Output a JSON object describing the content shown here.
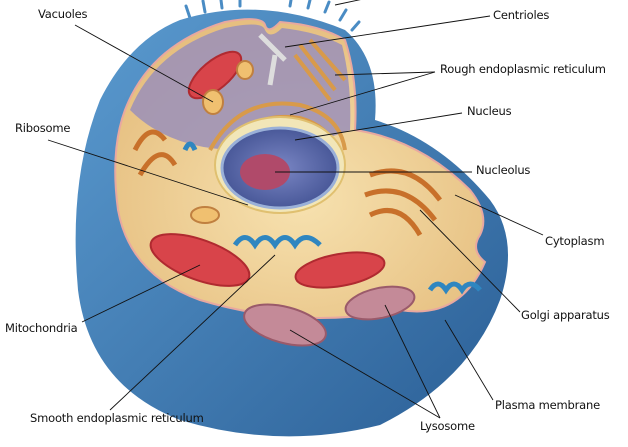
{
  "labels": {
    "vacuoles": "Vacuoles",
    "centrioles": "Centrioles",
    "rough_er": "Rough endoplasmic reticulum",
    "nucleus": "Nucleus",
    "ribosome": "Ribosome",
    "nucleolus": "Nucleolus",
    "cytoplasm": "Cytoplasm",
    "mitochondria": "Mitochondria",
    "golgi": "Golgi apparatus",
    "smooth_er": "Smooth endoplasmic reticulum",
    "plasma_membrane": "Plasma membrane",
    "lysosome": "Lysosome"
  },
  "colors": {
    "membrane": "#3f7fb8",
    "cytoplasm": "#f0d49a",
    "inner_top": "#8d87b5",
    "nucleus": "#5a6aa8",
    "nucleolus": "#b04a6a",
    "mitochondria": "#d8444a",
    "golgi": "#d88a3a",
    "smooth_er": "#2f86c0"
  }
}
